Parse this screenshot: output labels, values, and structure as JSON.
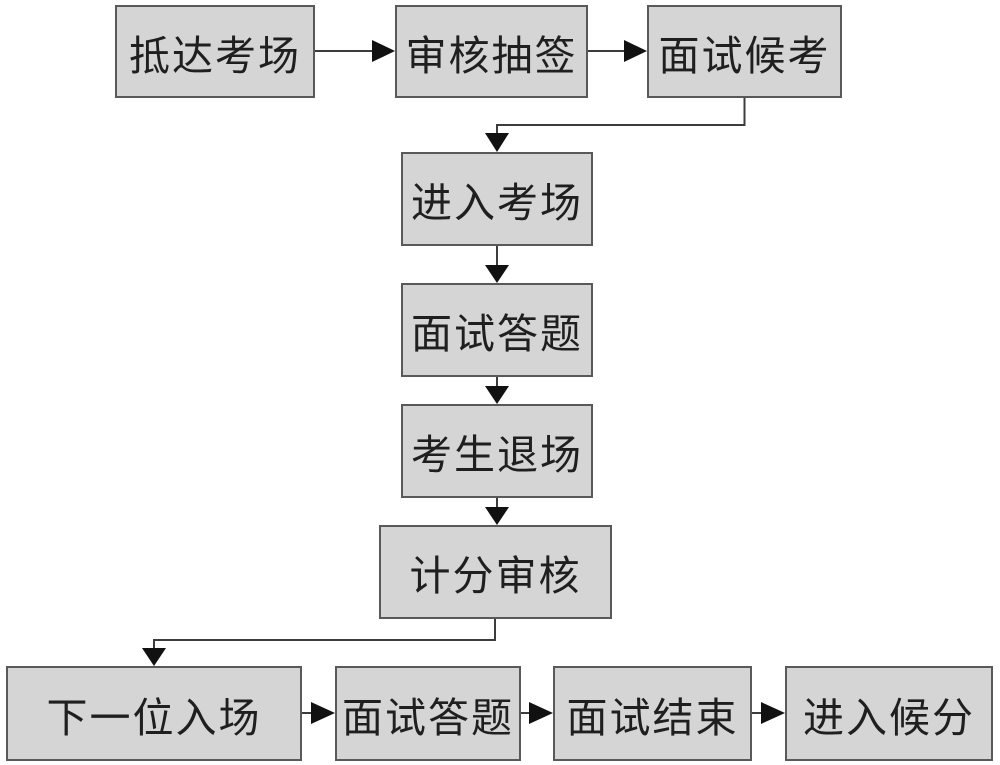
{
  "diagram": {
    "type": "flowchart",
    "background": "#ffffff",
    "colors": {
      "node_fill": "#d5d5d5",
      "node_border": "#595959",
      "connector_line": "#3c3c3c",
      "arrowhead": "#111111",
      "text": "#1f1f1f"
    },
    "nodes": {
      "arrive": {
        "label": "抵达考场"
      },
      "check_draw": {
        "label": "审核抽签"
      },
      "wait_interview": {
        "label": "面试候考"
      },
      "enter_room": {
        "label": "进入考场"
      },
      "answer": {
        "label": "面试答题"
      },
      "exit_room": {
        "label": "考生退场"
      },
      "score_review": {
        "label": "计分审核"
      },
      "next_enter": {
        "label": "下一位入场"
      },
      "answer2": {
        "label": "面试答题"
      },
      "interview_end": {
        "label": "面试结束"
      },
      "wait_score": {
        "label": "进入候分"
      }
    },
    "edges": [
      {
        "from": "抵达考场",
        "to": "审核抽签"
      },
      {
        "from": "审核抽签",
        "to": "面试候考"
      },
      {
        "from": "面试候考",
        "to": "进入考场"
      },
      {
        "from": "进入考场",
        "to": "面试答题"
      },
      {
        "from": "面试答题",
        "to": "考生退场"
      },
      {
        "from": "考生退场",
        "to": "计分审核"
      },
      {
        "from": "计分审核",
        "to": "下一位入场"
      },
      {
        "from": "下一位入场",
        "to": "面试答题"
      },
      {
        "from": "面试答题",
        "to": "面试结束"
      },
      {
        "from": "面试结束",
        "to": "进入候分"
      }
    ]
  }
}
